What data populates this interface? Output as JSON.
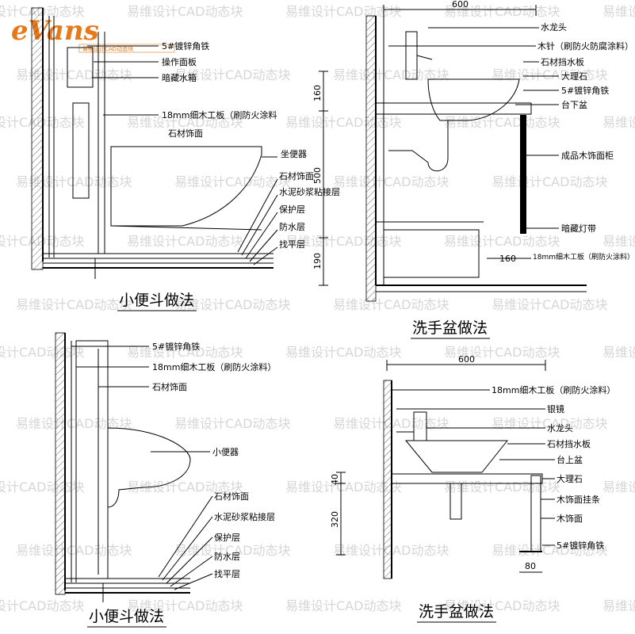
{
  "logo": {
    "text": "eVans",
    "subtext": "易维设计CAD动态块"
  },
  "watermark": {
    "text": "易维设计CAD动态块"
  },
  "panels": {
    "urinal_top": {
      "title": "小便斗做法",
      "labels": [
        "5#镀锌角铁",
        "操作面板",
        "暗藏水箱",
        "18mm细木工板（刷防火涂料",
        "石材饰面",
        "坐便器",
        "石材饰面",
        "水泥砂浆粘接层",
        "保护层",
        "防水层",
        "找平层"
      ]
    },
    "basin_top": {
      "title": "洗手盆做法",
      "dims": {
        "width": "600",
        "h1": "160",
        "h2": "500",
        "h3": "190",
        "w2": "160"
      },
      "labels": [
        "水龙头",
        "木针（刷防火防腐涂料）",
        "石材挡水板",
        "大理石",
        "5#镀锌角铁",
        "台下盆",
        "成品木饰面柜",
        "暗藏灯带",
        "18mm细木工板（刷防火涂料）"
      ]
    },
    "urinal_bottom": {
      "title": "小便斗做法",
      "labels": [
        "5#镀锌角铁",
        "18mm细木工板（刷防火涂料）",
        "石材饰面",
        "小便器",
        "石材饰面",
        "水泥砂浆粘接层",
        "保护层",
        "防水层",
        "找平层"
      ]
    },
    "basin_bottom": {
      "title": "洗手盆做法",
      "dims": {
        "width": "600",
        "h1": "40",
        "h2": "320",
        "w2": "80"
      },
      "labels": [
        "18mm细木工板（刷防火涂料）",
        "银镜",
        "水龙头",
        "石材挡水板",
        "台上盆",
        "大理石",
        "木饰面挂条",
        "木饰面",
        "5#镀锌角铁"
      ]
    }
  },
  "colors": {
    "logo": "#e8791a",
    "line": "#000000",
    "watermark": "#d6d6d6"
  }
}
